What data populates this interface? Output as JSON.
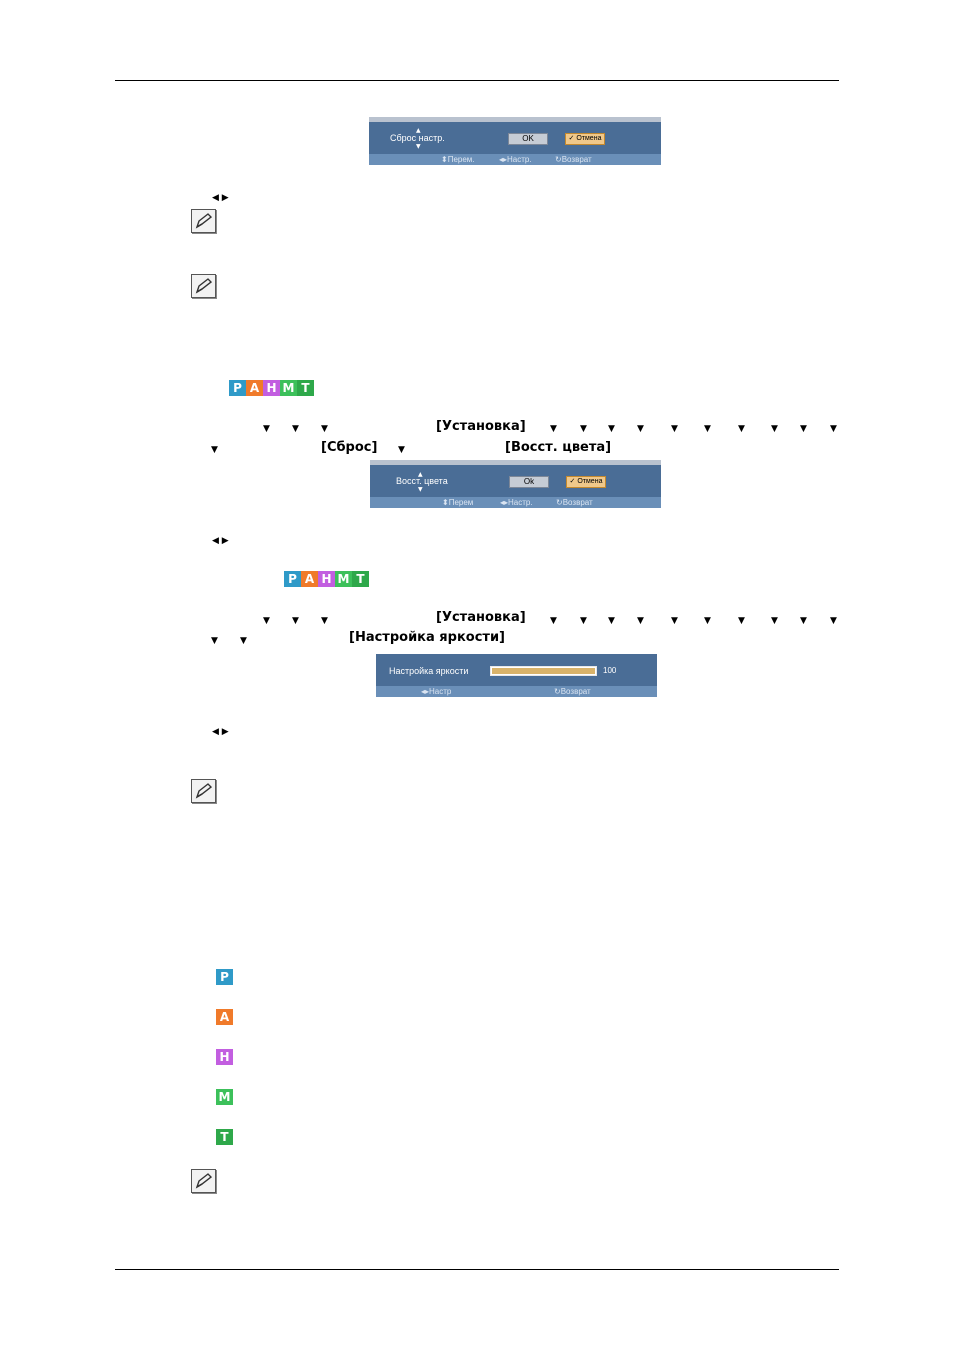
{
  "osd_reset": {
    "title": "Сброс настр.",
    "ok": "OK",
    "cancel": "Отмена",
    "hint_move": "Перем.",
    "hint_adjust": "Настр.",
    "hint_return": "Возврат"
  },
  "osd_color": {
    "title": "Восст. цвета",
    "ok": "Ok",
    "cancel": "Отмена",
    "hint_move": "Перем",
    "hint_adjust": "Настр.",
    "hint_return": "Возврат"
  },
  "osd_brightness": {
    "title": "Настройка яркости",
    "value": "100",
    "level_percent": 100,
    "hint_adjust": "Настр",
    "hint_return": "Возврат"
  },
  "menu_path": {
    "setup": "[Установка]",
    "reset": "[Сброс]",
    "color_reset": "[Восст. цвета]",
    "brightness": "[Настройка яркости]"
  },
  "modes": [
    "P",
    "A",
    "H",
    "M",
    "T"
  ],
  "colors": {
    "P": "#2f9ac8",
    "A": "#f07a2a",
    "H": "#c25ee0",
    "M": "#3cc05a",
    "T": "#2ea84a",
    "osd_bg": "#4a6d96",
    "osd_hint": "#6a8fb8"
  },
  "icons": [
    "note-icon",
    "left-arrow-icon",
    "right-arrow-icon",
    "down-arrow-icon"
  ]
}
